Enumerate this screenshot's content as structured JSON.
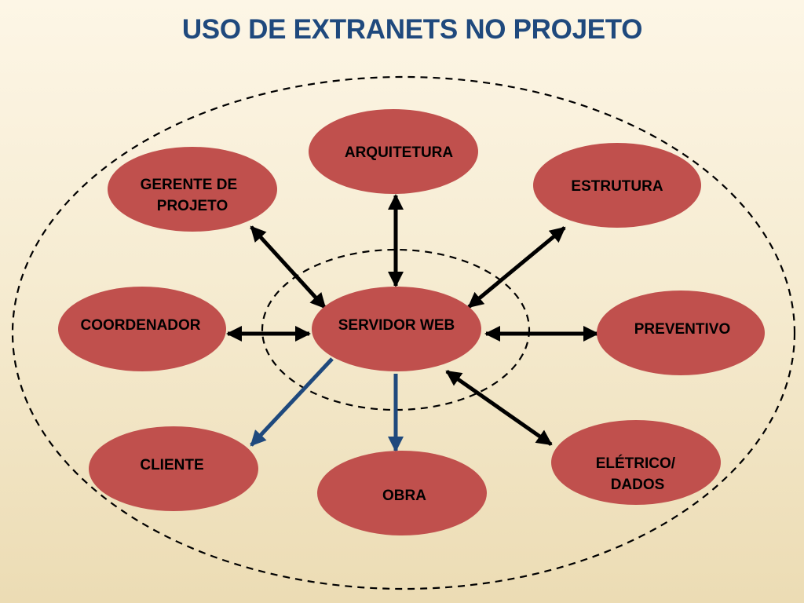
{
  "title": "USO DE EXTRANETS NO PROJETO",
  "colors": {
    "node_fill": "#c0504d",
    "title": "#1f497d",
    "arrow_dark": "#000000",
    "arrow_blue": "#1f497d"
  },
  "nodes": {
    "arquitetura": {
      "lines": [
        "ARQUITETURA"
      ]
    },
    "estrutura": {
      "lines": [
        "ESTRUTURA"
      ]
    },
    "gerente": {
      "lines": [
        "GERENTE DE",
        "PROJETO"
      ]
    },
    "coordenador": {
      "lines": [
        "COORDENADOR"
      ]
    },
    "servidor": {
      "lines": [
        "SERVIDOR WEB"
      ]
    },
    "preventivo": {
      "lines": [
        "PREVENTIVO"
      ]
    },
    "cliente": {
      "lines": [
        "CLIENTE"
      ]
    },
    "obra": {
      "lines": [
        "OBRA"
      ]
    },
    "eletrico": {
      "lines": [
        "ELÉTRICO/",
        "DADOS"
      ]
    }
  },
  "connections": [
    {
      "from": "servidor",
      "to": "arquitetura",
      "direction": "both",
      "color": "dark"
    },
    {
      "from": "servidor",
      "to": "estrutura",
      "direction": "both",
      "color": "dark"
    },
    {
      "from": "servidor",
      "to": "gerente",
      "direction": "both",
      "color": "dark"
    },
    {
      "from": "servidor",
      "to": "coordenador",
      "direction": "both",
      "color": "dark"
    },
    {
      "from": "servidor",
      "to": "preventivo",
      "direction": "both",
      "color": "dark"
    },
    {
      "from": "servidor",
      "to": "eletrico",
      "direction": "both",
      "color": "dark"
    },
    {
      "from": "servidor",
      "to": "cliente",
      "direction": "to",
      "color": "blue"
    },
    {
      "from": "servidor",
      "to": "obra",
      "direction": "to",
      "color": "blue"
    }
  ]
}
